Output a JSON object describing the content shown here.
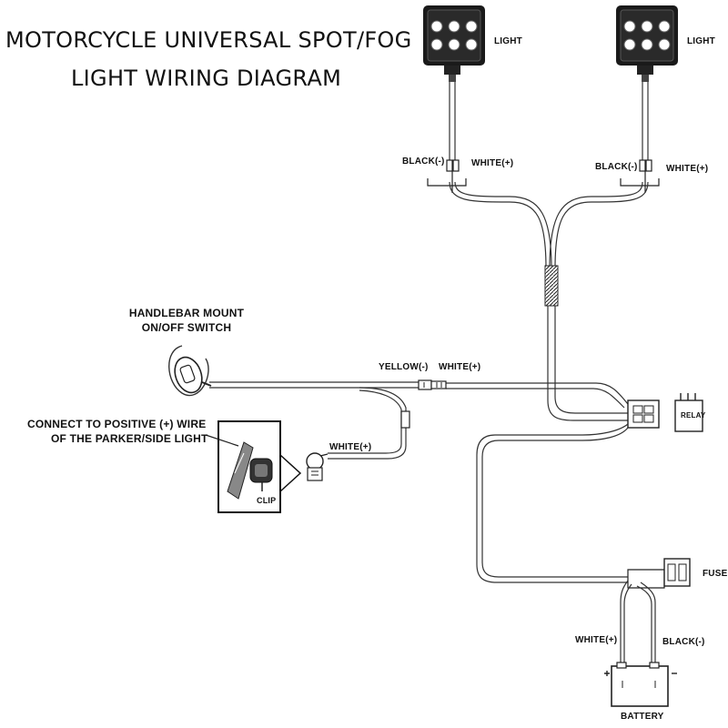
{
  "title": {
    "line1": "MOTORCYCLE UNIVERSAL SPOT/FOG",
    "line2": "LIGHT WIRING DIAGRAM"
  },
  "lights": {
    "left_label": "LIGHT",
    "right_label": "LIGHT",
    "left_black": "BLACK(-)",
    "left_white": "WHITE(+)",
    "right_black": "BLACK(-)",
    "right_white": "WHITE(+)"
  },
  "switch": {
    "label_line1": "HANDLEBAR MOUNT",
    "label_line2": "ON/OFF SWITCH"
  },
  "harness": {
    "yellow": "YELLOW(-)",
    "white": "WHITE(+)",
    "clip_wire_white": "WHITE(+)"
  },
  "parker": {
    "label_line1": "CONNECT TO POSITIVE (+) WIRE",
    "label_line2": "OF THE PARKER/SIDE LIGHT",
    "clip_label": "CLIP"
  },
  "relay": {
    "label": "RELAY"
  },
  "fuse": {
    "label": "FUSE"
  },
  "battery": {
    "label": "BATTERY",
    "white": "WHITE(+)",
    "black": "BLACK(-)"
  }
}
